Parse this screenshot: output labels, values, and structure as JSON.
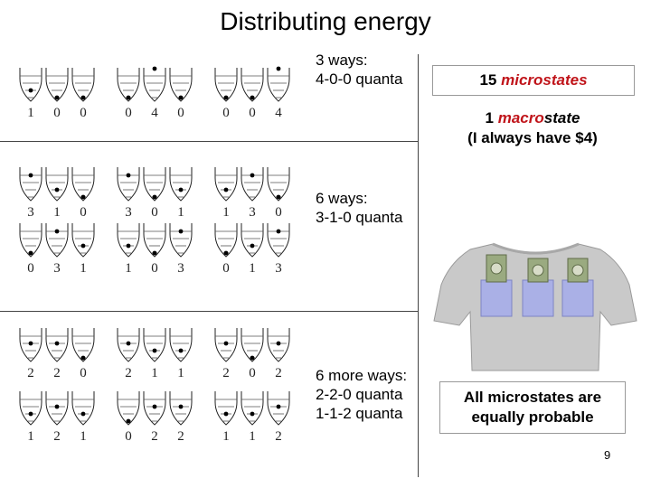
{
  "title": "Distributing energy",
  "groups": [
    {
      "ways": "3 ways:",
      "quanta": [
        "4-0-0 quanta"
      ],
      "rows": [
        [
          [
            1,
            0,
            0
          ],
          [
            0,
            4,
            0
          ],
          [
            0,
            0,
            4
          ]
        ]
      ]
    },
    {
      "ways": "6 ways:",
      "quanta": [
        "3-1-0 quanta"
      ],
      "rows": [
        [
          [
            3,
            1,
            0
          ],
          [
            3,
            0,
            1
          ],
          [
            1,
            3,
            0
          ]
        ],
        [
          [
            0,
            3,
            1
          ],
          [
            1,
            0,
            3
          ],
          [
            0,
            1,
            3
          ]
        ]
      ]
    },
    {
      "ways": "6 more ways:",
      "quanta": [
        "2-2-0 quanta",
        "1-1-2 quanta"
      ],
      "rows": [
        [
          [
            2,
            2,
            0
          ],
          [
            2,
            1,
            1
          ],
          [
            2,
            0,
            2
          ]
        ],
        [
          [
            1,
            2,
            1
          ],
          [
            0,
            2,
            2
          ],
          [
            1,
            1,
            2
          ]
        ]
      ]
    }
  ],
  "microstates": {
    "count": "15",
    "word": "microstates"
  },
  "macrostate": {
    "count": "1",
    "prefix": "macro",
    "suffix": "state",
    "note": "(I always have $4)"
  },
  "probable": {
    "line1": "All microstates are",
    "line2": "equally probable"
  },
  "page_number": "9",
  "colors": {
    "accent_red": "#c0141a",
    "shirt": "#c9c9c9",
    "pocket": "#aab0e6",
    "bill": "#9aaa80"
  }
}
